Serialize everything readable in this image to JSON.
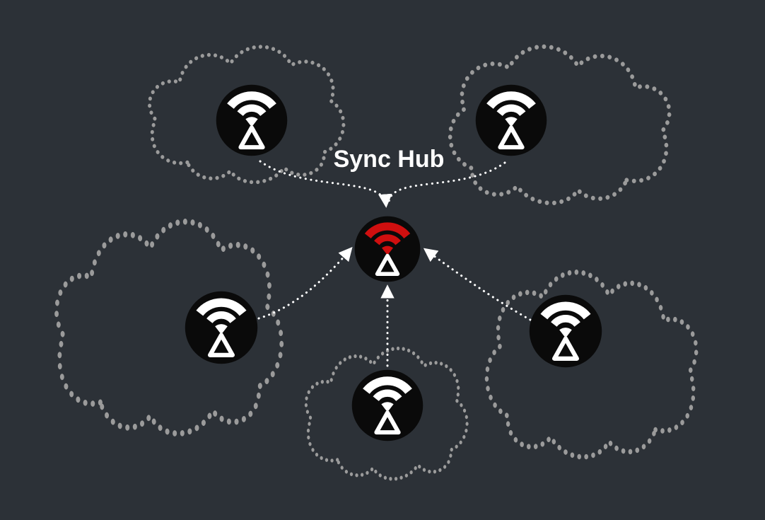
{
  "diagram": {
    "title": "Sync Hub",
    "colors": {
      "background": "#2c3137",
      "cloud": "#9b9b9b",
      "node": "#0a0a0a",
      "glyph": "#ffffff",
      "accent": "#cf0f0f",
      "arrow": "#ffffff",
      "text": "#ffffff"
    },
    "icons": {
      "hub": "sync-hub-icon",
      "peers": [
        "sync-node-icon",
        "sync-node-icon",
        "sync-node-icon",
        "sync-node-icon",
        "sync-node-icon"
      ]
    },
    "structure": {
      "peer_count": 5,
      "connection_style": "dotted-arrows-into-hub"
    }
  }
}
